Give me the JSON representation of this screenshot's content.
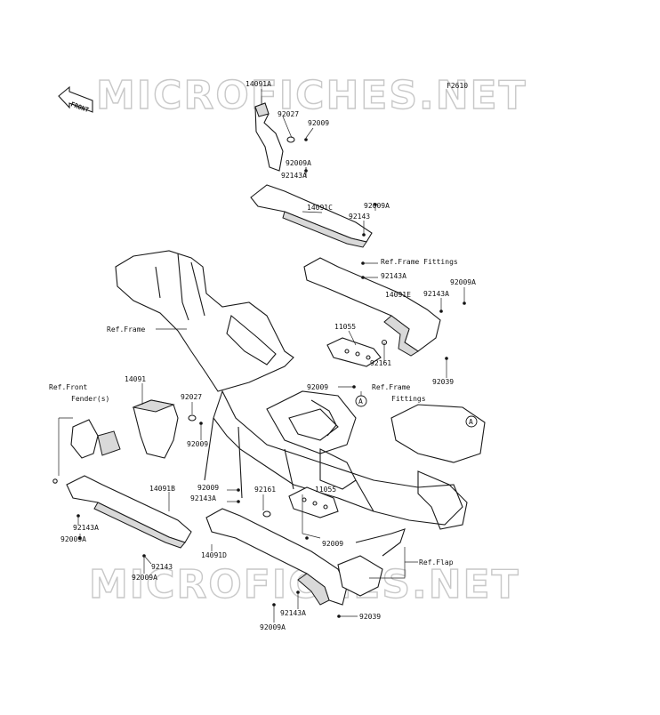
{
  "figure_code": "F2610",
  "watermark": "MICROFICHES.NET",
  "front_label": "FRONT",
  "circle_marker": "A",
  "labels": {
    "p14091A": "14091A",
    "p92027_top": "92027",
    "p92009_top": "92009",
    "p92009A_1": "92009A",
    "p92143A_1": "92143A",
    "p14091C": "14091C",
    "p92009A_2": "92009A",
    "p92143_1": "92143",
    "ref_frame_fittings_1": "Ref.Frame Fittings",
    "p92143A_2": "92143A",
    "p14091E": "14091E",
    "p92143A_3": "92143A",
    "p92009A_3": "92009A",
    "ref_frame": "Ref.Frame",
    "p11055_1": "11055",
    "p92161_1": "92161",
    "p92039_1": "92039",
    "p92009_2": "92009",
    "ref_frame_fittings_2a": "Ref.Frame",
    "ref_frame_fittings_2b": "Fittings",
    "p14091": "14091",
    "ref_front_fender_a": "Ref.Front",
    "ref_front_fender_b": "Fender(s)",
    "p92027_2": "92027",
    "p92009_3": "92009",
    "p14091B": "14091B",
    "p92009_4": "92009",
    "p92143A_4": "92143A",
    "p92161_2": "92161",
    "p11055_2": "11055",
    "p92143A_5": "92143A",
    "p92009A_4": "92009A",
    "p92143_2": "92143",
    "p92009A_5": "92009A",
    "p14091D": "14091D",
    "p92009_5": "92009",
    "ref_flap": "Ref.Flap",
    "p92143A_6": "92143A",
    "p92009A_6": "92009A",
    "p92039_2": "92039"
  }
}
